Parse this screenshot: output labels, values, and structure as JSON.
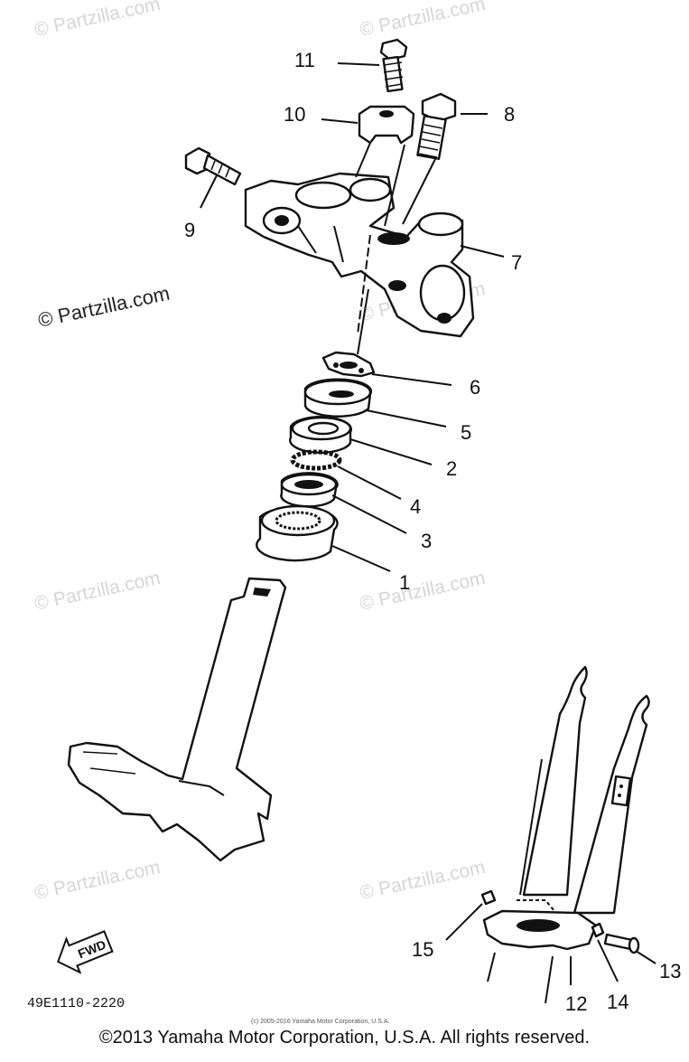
{
  "watermarks": [
    "© Partzilla.com",
    "© Partzilla.com",
    "© Partzilla.com",
    "© Partzilla.com",
    "© Partzilla.com",
    "© Partzilla.com",
    "© Partzilla.com",
    "© Partzilla.com"
  ],
  "callouts": [
    "11",
    "10",
    "8",
    "9",
    "7",
    "6",
    "5",
    "2",
    "4",
    "3",
    "1",
    "15",
    "12",
    "14",
    "13"
  ],
  "fwd_label": "FWD",
  "diagram_code": "49E1110-2220",
  "small_copyright": "(c) 2005-2016 Yamaha Motor Corporation, U.S.A.",
  "copyright": "©2013 Yamaha Motor Corporation, U.S.A. All rights reserved."
}
